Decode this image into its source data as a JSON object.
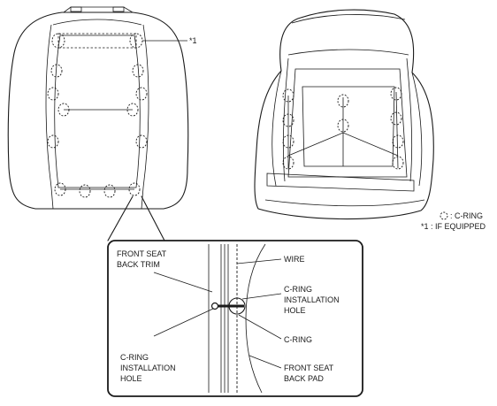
{
  "labels": {
    "if_equipped_marker": "*1",
    "legend_c_ring": ": C-RING",
    "legend_if_equipped": "*1 : IF EQUIPPED",
    "front_seat_back_trim_line1": "FRONT SEAT",
    "front_seat_back_trim_line2": "BACK TRIM",
    "wire": "WIRE",
    "c_ring_install_hole_right_line1": "C-RING",
    "c_ring_install_hole_right_line2": "INSTALLATION",
    "c_ring_install_hole_right_line3": "HOLE",
    "c_ring": "C-RING",
    "c_ring_install_hole_left_line1": "C-RING",
    "c_ring_install_hole_left_line2": "INSTALLATION",
    "c_ring_install_hole_left_line3": "HOLE",
    "front_seat_back_pad_line1": "FRONT SEAT",
    "front_seat_back_pad_line2": "BACK PAD"
  }
}
